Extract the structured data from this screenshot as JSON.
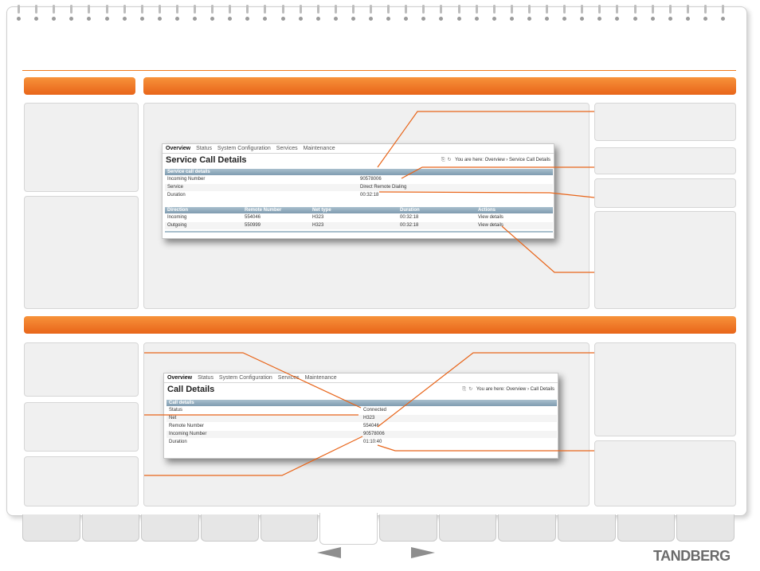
{
  "brand": {
    "logo_text": "TANDBERG",
    "accent_color": "#EE6A1F",
    "header_color": "#8DA8BA"
  },
  "service_call_screen": {
    "nav": [
      "Overview",
      "Status",
      "System Configuration",
      "Services",
      "Maintenance"
    ],
    "title": "Service Call Details",
    "breadcrumb_prefix": "You are here:",
    "breadcrumb": "Overview › Service Call Details",
    "section_header": "Service call details",
    "details": [
      {
        "label": "Incoming Number",
        "value": "90578006"
      },
      {
        "label": "Service",
        "value": "Direct Remote Dialing"
      },
      {
        "label": "Duration",
        "value": "00:32:18"
      }
    ],
    "columns": [
      "Direction",
      "Remote Number",
      "Net type",
      "Duration",
      "Actions"
    ],
    "rows": [
      [
        "Incoming",
        "554046",
        "H323",
        "00:32:18",
        "View details"
      ],
      [
        "Outgoing",
        "550999",
        "H323",
        "00:32:18",
        "View details"
      ]
    ]
  },
  "call_screen": {
    "nav": [
      "Overview",
      "Status",
      "System Configuration",
      "Services",
      "Maintenance"
    ],
    "title": "Call Details",
    "breadcrumb_prefix": "You are here:",
    "breadcrumb": "Overview › Call Details",
    "section_header": "Call details",
    "details": [
      {
        "label": "Status",
        "value": "Connected"
      },
      {
        "label": "Net",
        "value": "H323"
      },
      {
        "label": "Remote Number",
        "value": "554046"
      },
      {
        "label": "Incoming Number",
        "value": "90578006"
      },
      {
        "label": "Duration",
        "value": "01:10:40"
      }
    ]
  },
  "navigation": {
    "tab_count": 12,
    "active_tab_index": 5
  }
}
